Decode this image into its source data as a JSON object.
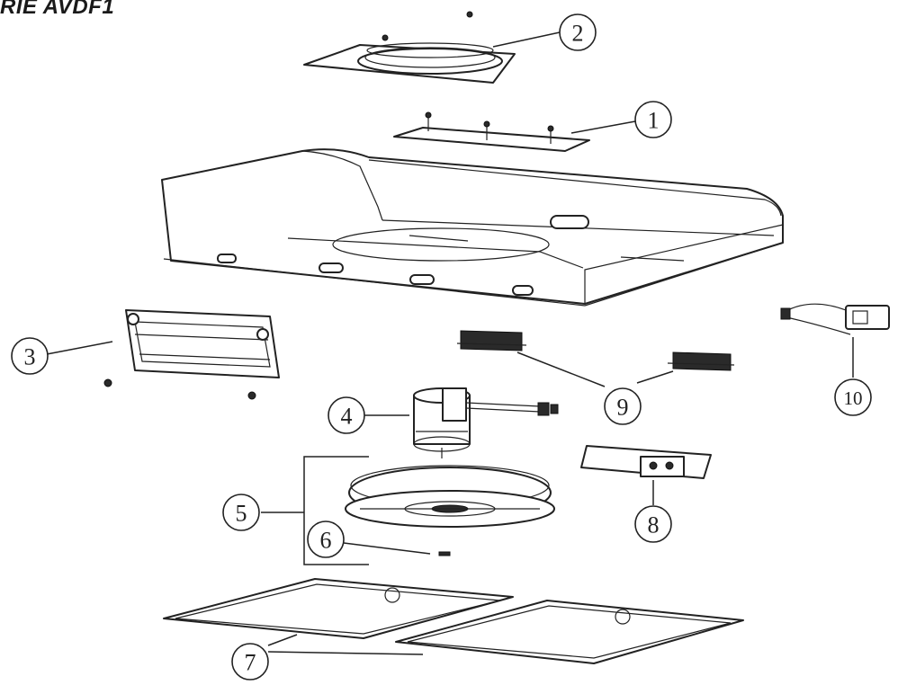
{
  "title": "RIE AVDF1",
  "callouts": [
    {
      "id": "1",
      "label": "①"
    },
    {
      "id": "2",
      "label": "②"
    },
    {
      "id": "3",
      "label": "③"
    },
    {
      "id": "4",
      "label": "④"
    },
    {
      "id": "5",
      "label": "⑤"
    },
    {
      "id": "6",
      "label": "⑥"
    },
    {
      "id": "7",
      "label": "⑦"
    },
    {
      "id": "8",
      "label": "⑧"
    },
    {
      "id": "9",
      "label": "⑨"
    },
    {
      "id": "10",
      "label": "⑩"
    }
  ]
}
